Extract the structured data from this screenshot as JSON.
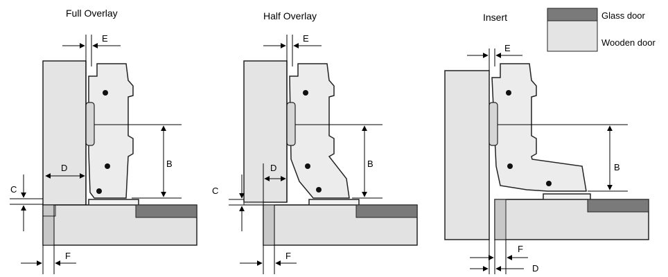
{
  "titles": {
    "full_overlay": "Full Overlay",
    "half_overlay": "Half Overlay",
    "insert": "Insert"
  },
  "legend": {
    "glass_door": "Glass door",
    "wooden_door": "Wooden door"
  },
  "labels": {
    "b": "B",
    "c": "C",
    "d": "D",
    "e": "E",
    "f": "F"
  },
  "colors": {
    "door": "#e4e4e4",
    "hinge": "#ececec",
    "cabinet": "#e2e2e2",
    "glass": "#7a7a7a",
    "outline": "#222222"
  }
}
